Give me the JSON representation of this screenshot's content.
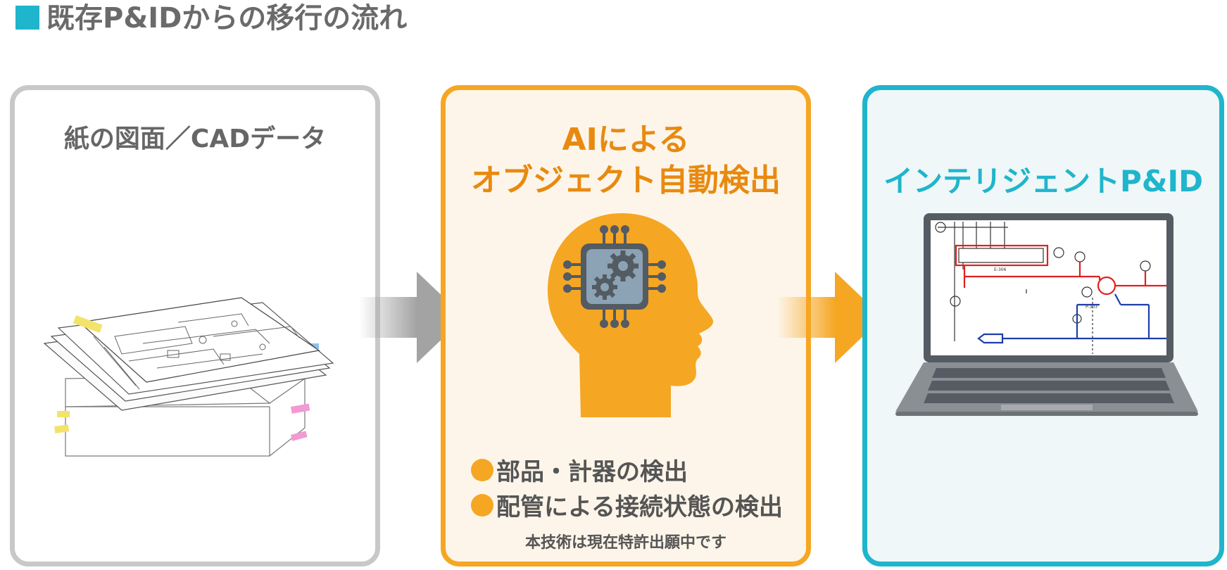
{
  "page": {
    "title": "既存P&IDからの移行の流れ"
  },
  "panels": {
    "left": {
      "heading": "紙の図面／CADデータ"
    },
    "middle": {
      "heading_line1": "AIによる",
      "heading_line2": "オブジェクト自動検出",
      "bullets": [
        "部品・計器の検出",
        "配管による接続状態の検出"
      ],
      "note": "本技術は現在特許出願中です"
    },
    "right": {
      "heading": "インテリジェントP&ID"
    }
  },
  "colors": {
    "accent_teal": "#1fb5cc",
    "accent_orange": "#f5a623",
    "neutral_gray": "#c8c8c8",
    "text_gray": "#666666"
  },
  "icons": [
    "paper-drawings-illustration",
    "ai-head-icon",
    "gear-chip-icon",
    "laptop-pid-illustration",
    "flow-arrow-icon"
  ]
}
